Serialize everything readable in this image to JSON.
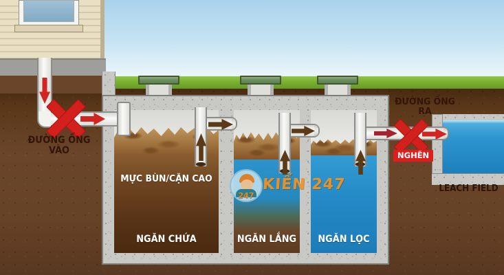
{
  "scene": {
    "labels": {
      "inlet_pipe": "ĐƯỜNG ỐNG VÀO",
      "outlet_pipe": "ĐƯỜNG ỐNG RA",
      "clogged": "NGHẼN",
      "high_sludge_level": "MỰC BÙN/CẶN CAO",
      "chamber_storage": "NGĂN CHỨA",
      "chamber_settling": "NGĂN LẮNG",
      "chamber_filtering": "NGĂN LỌC",
      "leach_field": "LEACH FIELD"
    },
    "watermark": {
      "brand": "KIẾN 247",
      "badge_number": "247"
    },
    "colors": {
      "flow_red": "#d22420",
      "clog_badge_red": "#e01d1d",
      "label_dark_maroon": "#331408",
      "water_blue": "#2389c6",
      "sludge_brown": "#5a3517",
      "scum_tan": "#a97d46",
      "grass_green": "#76ad2e",
      "concrete_gray": "#c8c8c4",
      "soil_brown": "#6a452a",
      "watermark_orange": "#f5921e"
    }
  }
}
